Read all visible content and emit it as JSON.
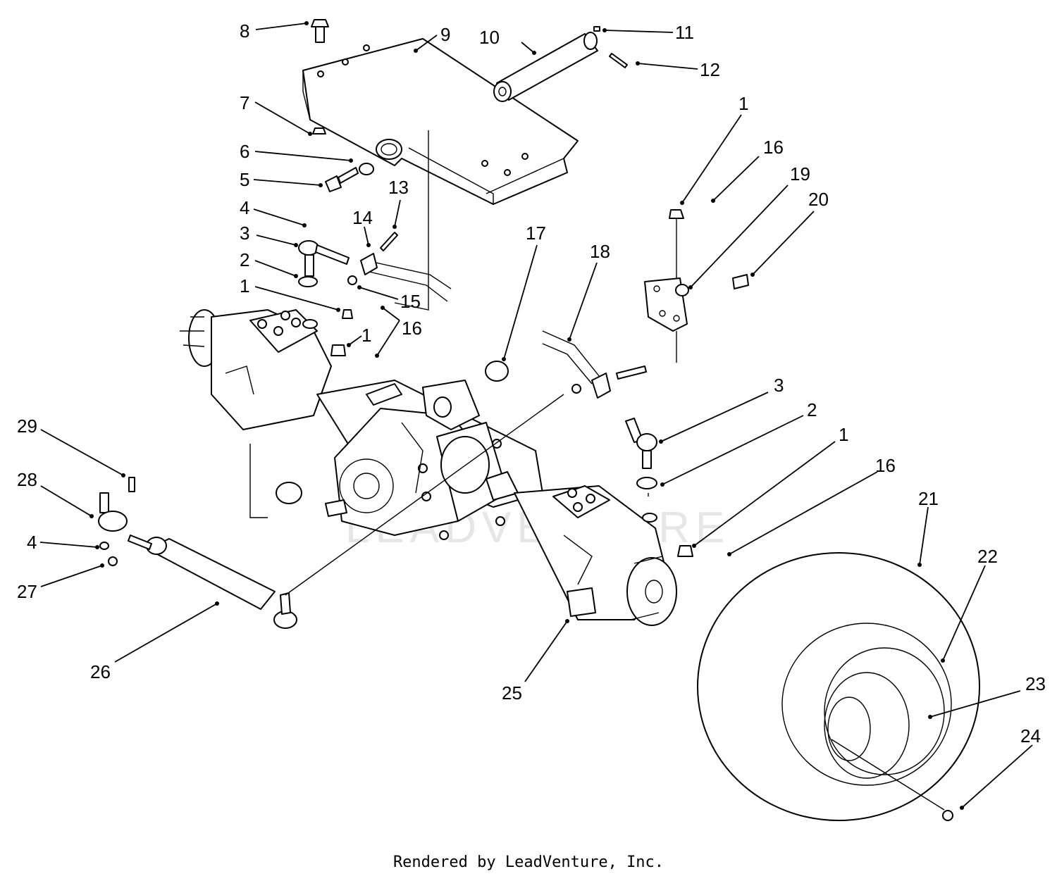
{
  "diagram": {
    "footer": "Rendered by LeadVenture, Inc.",
    "watermark": "LEADVENTURE",
    "callouts": [
      {
        "id": "c8",
        "label": "8"
      },
      {
        "id": "c9",
        "label": "9"
      },
      {
        "id": "c10",
        "label": "10"
      },
      {
        "id": "c11",
        "label": "11"
      },
      {
        "id": "c12",
        "label": "12"
      },
      {
        "id": "c7",
        "label": "7"
      },
      {
        "id": "c6",
        "label": "6"
      },
      {
        "id": "c5",
        "label": "5"
      },
      {
        "id": "c13",
        "label": "13"
      },
      {
        "id": "c4a",
        "label": "4"
      },
      {
        "id": "c14",
        "label": "14"
      },
      {
        "id": "c3a",
        "label": "3"
      },
      {
        "id": "c2a",
        "label": "2"
      },
      {
        "id": "c15",
        "label": "15"
      },
      {
        "id": "c1a",
        "label": "1"
      },
      {
        "id": "c16a",
        "label": "16"
      },
      {
        "id": "c1b",
        "label": "1"
      },
      {
        "id": "c1c",
        "label": "1"
      },
      {
        "id": "c16b",
        "label": "16"
      },
      {
        "id": "c19",
        "label": "19"
      },
      {
        "id": "c20",
        "label": "20"
      },
      {
        "id": "c17",
        "label": "17"
      },
      {
        "id": "c18",
        "label": "18"
      },
      {
        "id": "c3b",
        "label": "3"
      },
      {
        "id": "c2b",
        "label": "2"
      },
      {
        "id": "c1d",
        "label": "1"
      },
      {
        "id": "c16c",
        "label": "16"
      },
      {
        "id": "c21",
        "label": "21"
      },
      {
        "id": "c22",
        "label": "22"
      },
      {
        "id": "c23",
        "label": "23"
      },
      {
        "id": "c24",
        "label": "24"
      },
      {
        "id": "c25",
        "label": "25"
      },
      {
        "id": "c26",
        "label": "26"
      },
      {
        "id": "c29",
        "label": "29"
      },
      {
        "id": "c28",
        "label": "28"
      },
      {
        "id": "c4b",
        "label": "4"
      },
      {
        "id": "c27",
        "label": "27"
      }
    ]
  }
}
